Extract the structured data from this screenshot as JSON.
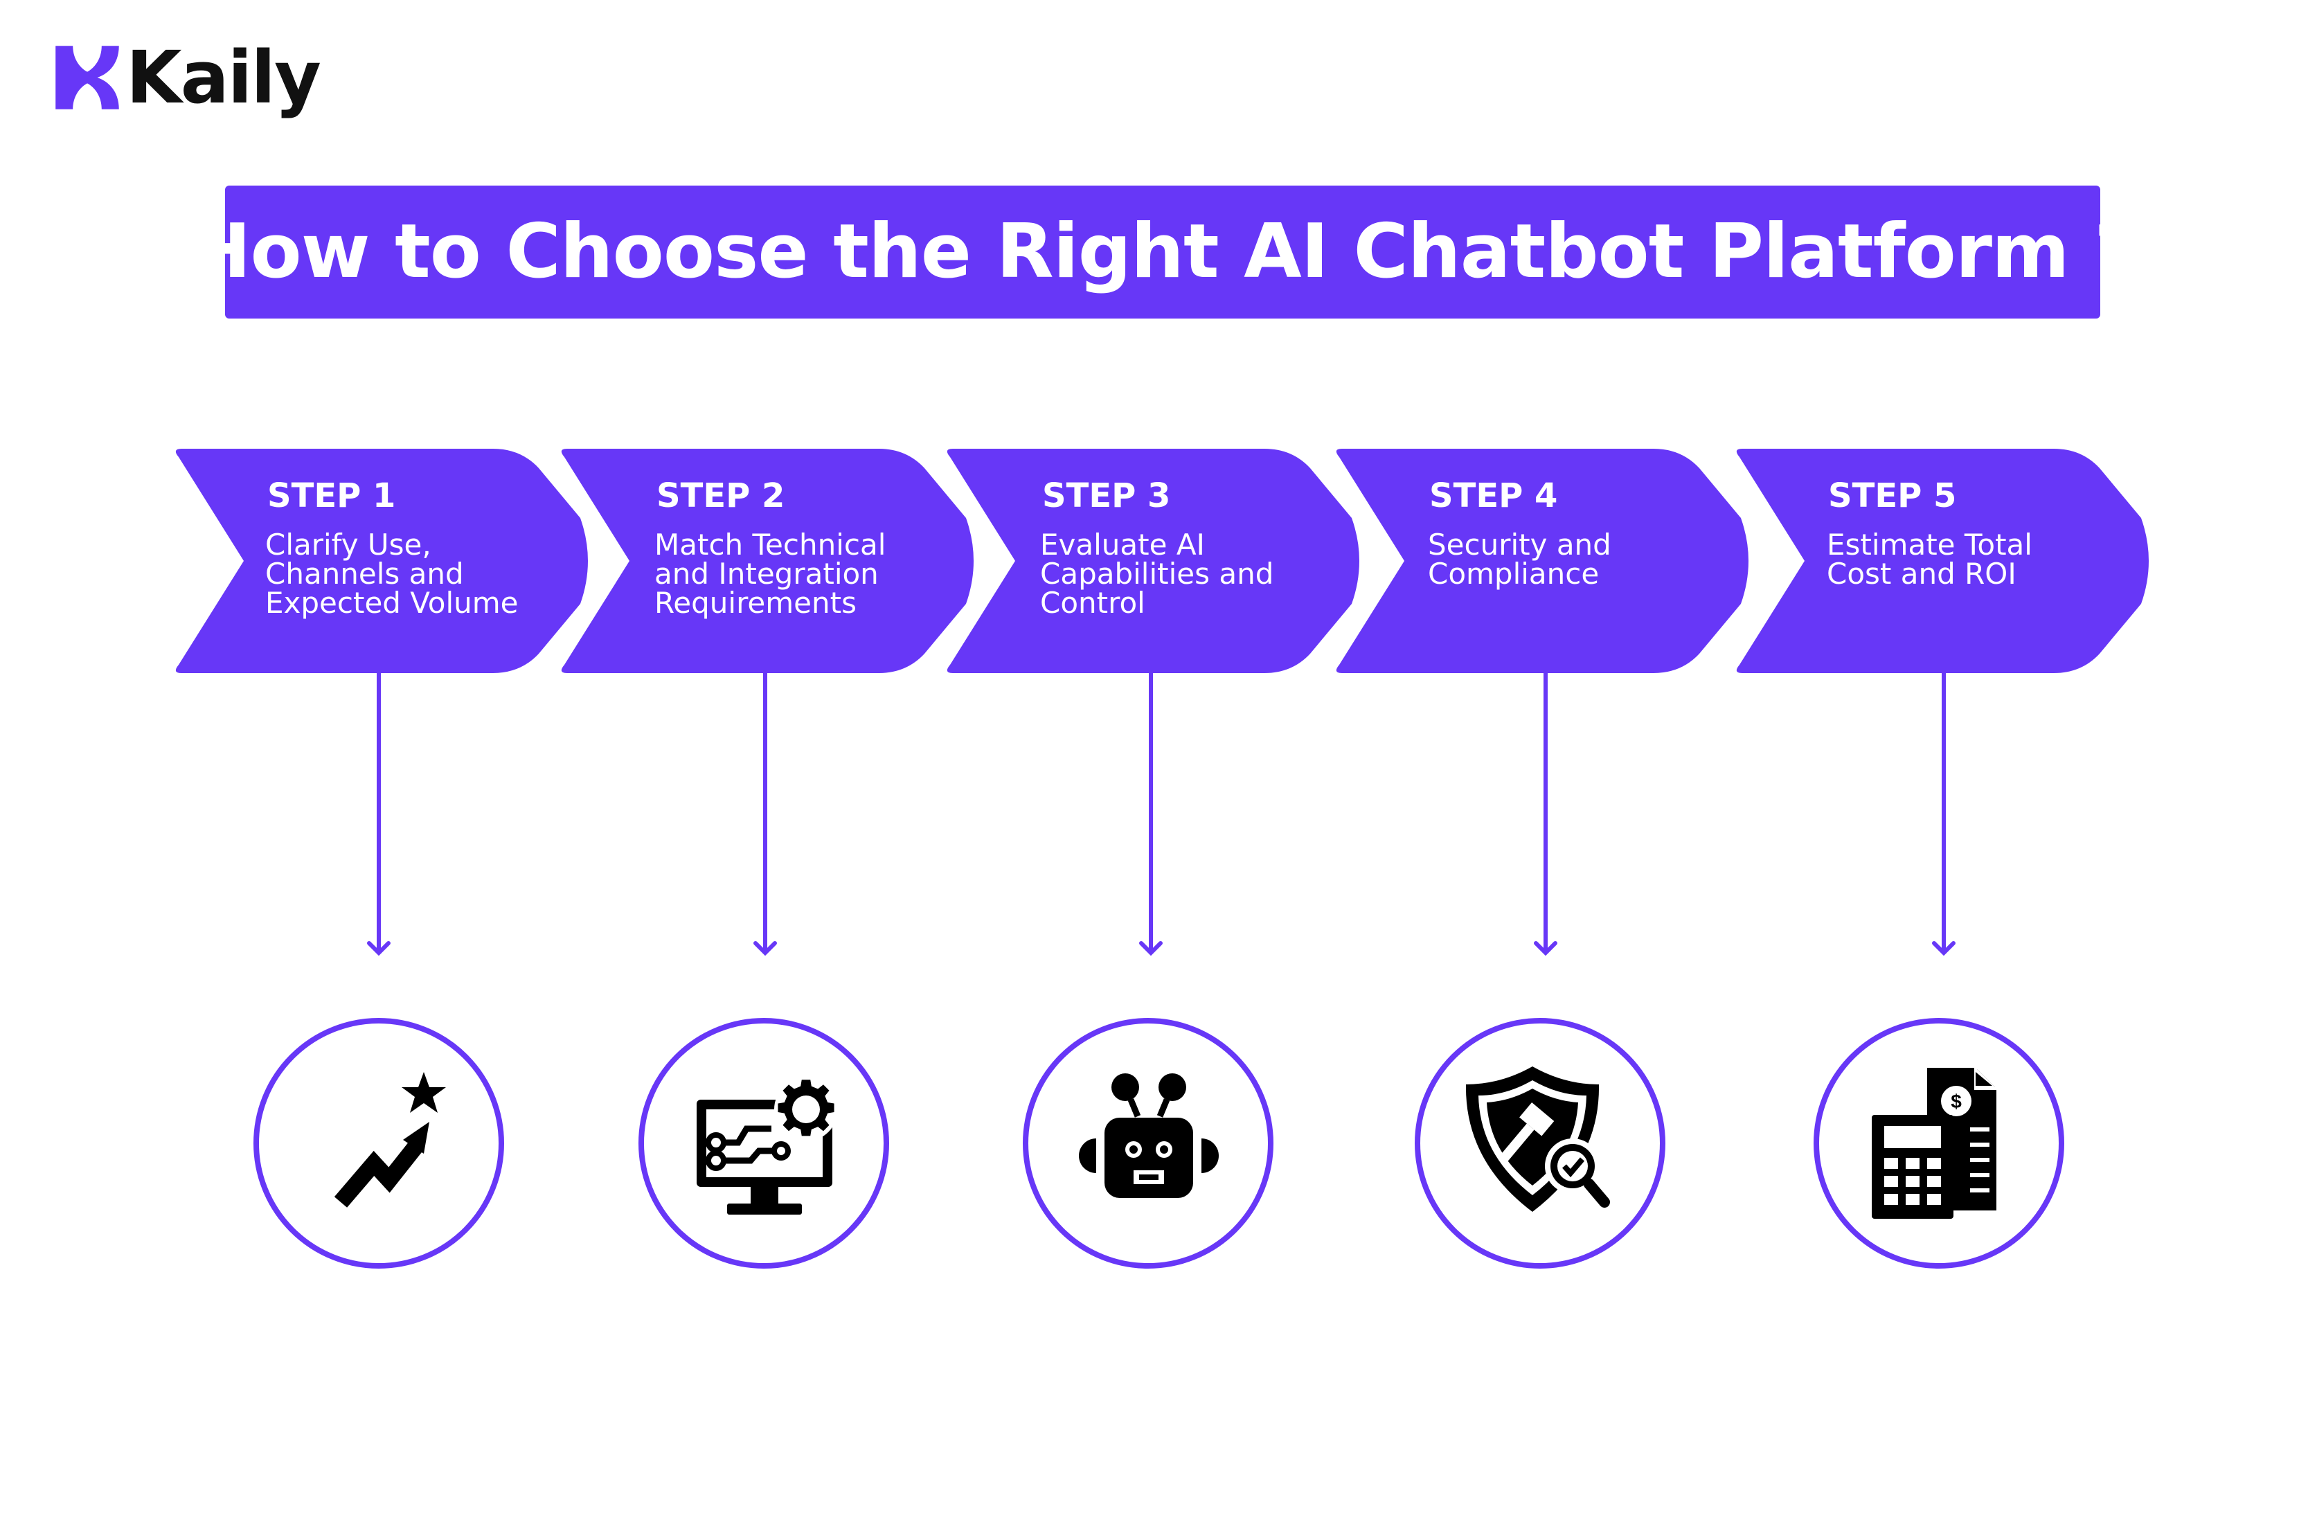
{
  "brand": {
    "name": "Kaily",
    "accent": "#6737f7"
  },
  "banner": {
    "title": "How to Choose the Right AI Chatbot Platform ?"
  },
  "steps": [
    {
      "label": "STEP 1",
      "description": "Clarify Use,\nChannels and\nExpected Volume",
      "icon": "growth-chart-star-icon"
    },
    {
      "label": "STEP 2",
      "description": "Match Technical\nand Integration\nRequirements",
      "icon": "monitor-gear-circuit-icon"
    },
    {
      "label": "STEP 3",
      "description": "Evaluate AI\nCapabilities and\nControl",
      "icon": "robot-head-icon"
    },
    {
      "label": "STEP 4",
      "description": "Security and\nCompliance",
      "icon": "shield-gavel-check-icon"
    },
    {
      "label": "STEP 5",
      "description": "Estimate Total\nCost and ROI",
      "icon": "calculator-invoice-dollar-icon"
    }
  ]
}
